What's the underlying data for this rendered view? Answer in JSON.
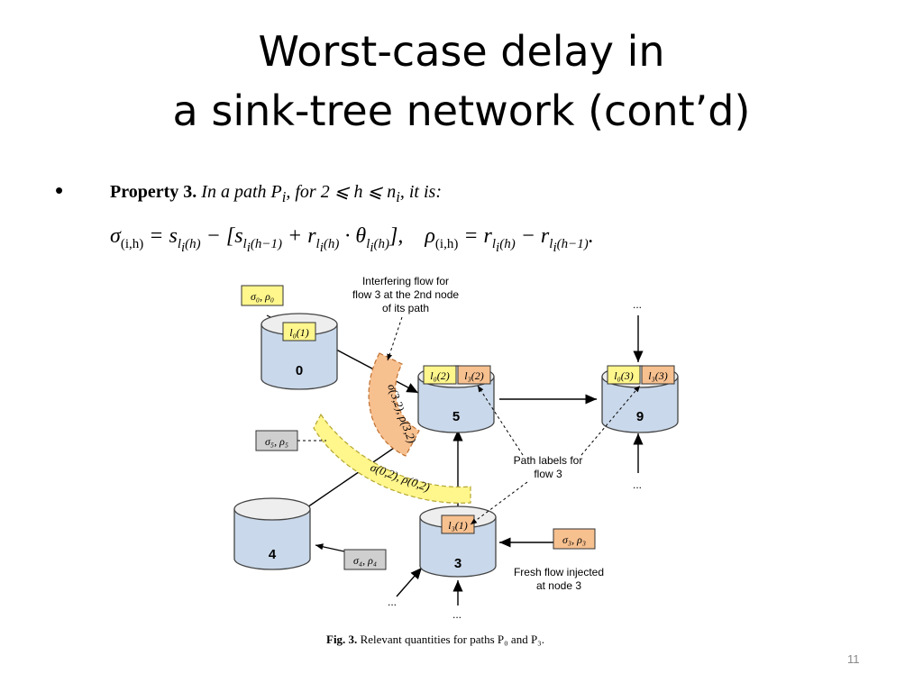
{
  "title": {
    "line1": "Worst-case delay in",
    "line2": "a sink-tree network (cont’d)"
  },
  "bullet": "•",
  "property": {
    "label": "Property 3.",
    "text": "In a path P",
    "sub_i": "i",
    "text2": ", for 2 ⩽ h ⩽ n",
    "sub_ni": "i",
    "text3": ", it is:"
  },
  "formula": {
    "sigma_lhs": "σ",
    "sigma_sub": "(i,h)",
    "eq": " = s",
    "s_sub": "l",
    "s_sub2": "i",
    "s_sub3": "(h)",
    "minus": " − [s",
    "s2_sub": "l",
    "s2_sub2": "i",
    "s2_sub3": "(h−1)",
    "plus": " + r",
    "r_sub": "l",
    "r_sub2": "i",
    "r_sub3": "(h)",
    "dot": " · θ",
    "t_sub": "l",
    "t_sub2": "i",
    "t_sub3": "(h)",
    "close": "],",
    "rho_lhs": "ρ",
    "rho_sub": "(i,h)",
    "eq2": " = r",
    "r2_sub": "l",
    "r2_sub2": "i",
    "r2_sub3": "(h)",
    "minus2": " − r",
    "r3_sub": "l",
    "r3_sub2": "i",
    "r3_sub3": "(h−1)",
    "end": "."
  },
  "diagram": {
    "nodes": [
      {
        "id": "0",
        "label": "0"
      },
      {
        "id": "5",
        "label": "5"
      },
      {
        "id": "9",
        "label": "9"
      },
      {
        "id": "4",
        "label": "4"
      },
      {
        "id": "3",
        "label": "3"
      }
    ],
    "path_labels": {
      "n0": "l₀(1)",
      "n5a": "l₀(2)",
      "n5b": "l₃(2)",
      "n9a": "l₀(3)",
      "n9b": "l₃(3)",
      "n3": "l₃(1)"
    },
    "flow_boxes": {
      "f0": "σ₀, ρ₀",
      "f5": "σ₅, ρ₅",
      "f4": "σ₄, ρ₄",
      "f3": "σ₃, ρ₃"
    },
    "arcs": {
      "orange": "σ(3,2), ρ(3,2)",
      "yellow": "σ(0,2), ρ(0,2)"
    },
    "annotations": {
      "interfering": [
        "Interfering flow for",
        "flow 3 at the 2nd node",
        "of its path"
      ],
      "path_labels": [
        "Path labels for",
        "flow 3"
      ],
      "fresh": [
        "Fresh flow injected",
        "at node 3"
      ]
    },
    "ellipses": [
      "...",
      "...",
      "...",
      "..."
    ]
  },
  "caption": {
    "label": "Fig. 3.",
    "text": "Relevant quantities for paths P₀ and P₃."
  },
  "page_number": "11",
  "colors": {
    "node_fill": "#c9d8ea",
    "yellow": "#fff68c",
    "orange": "#f7c08f",
    "gray": "#cfcfcf"
  }
}
